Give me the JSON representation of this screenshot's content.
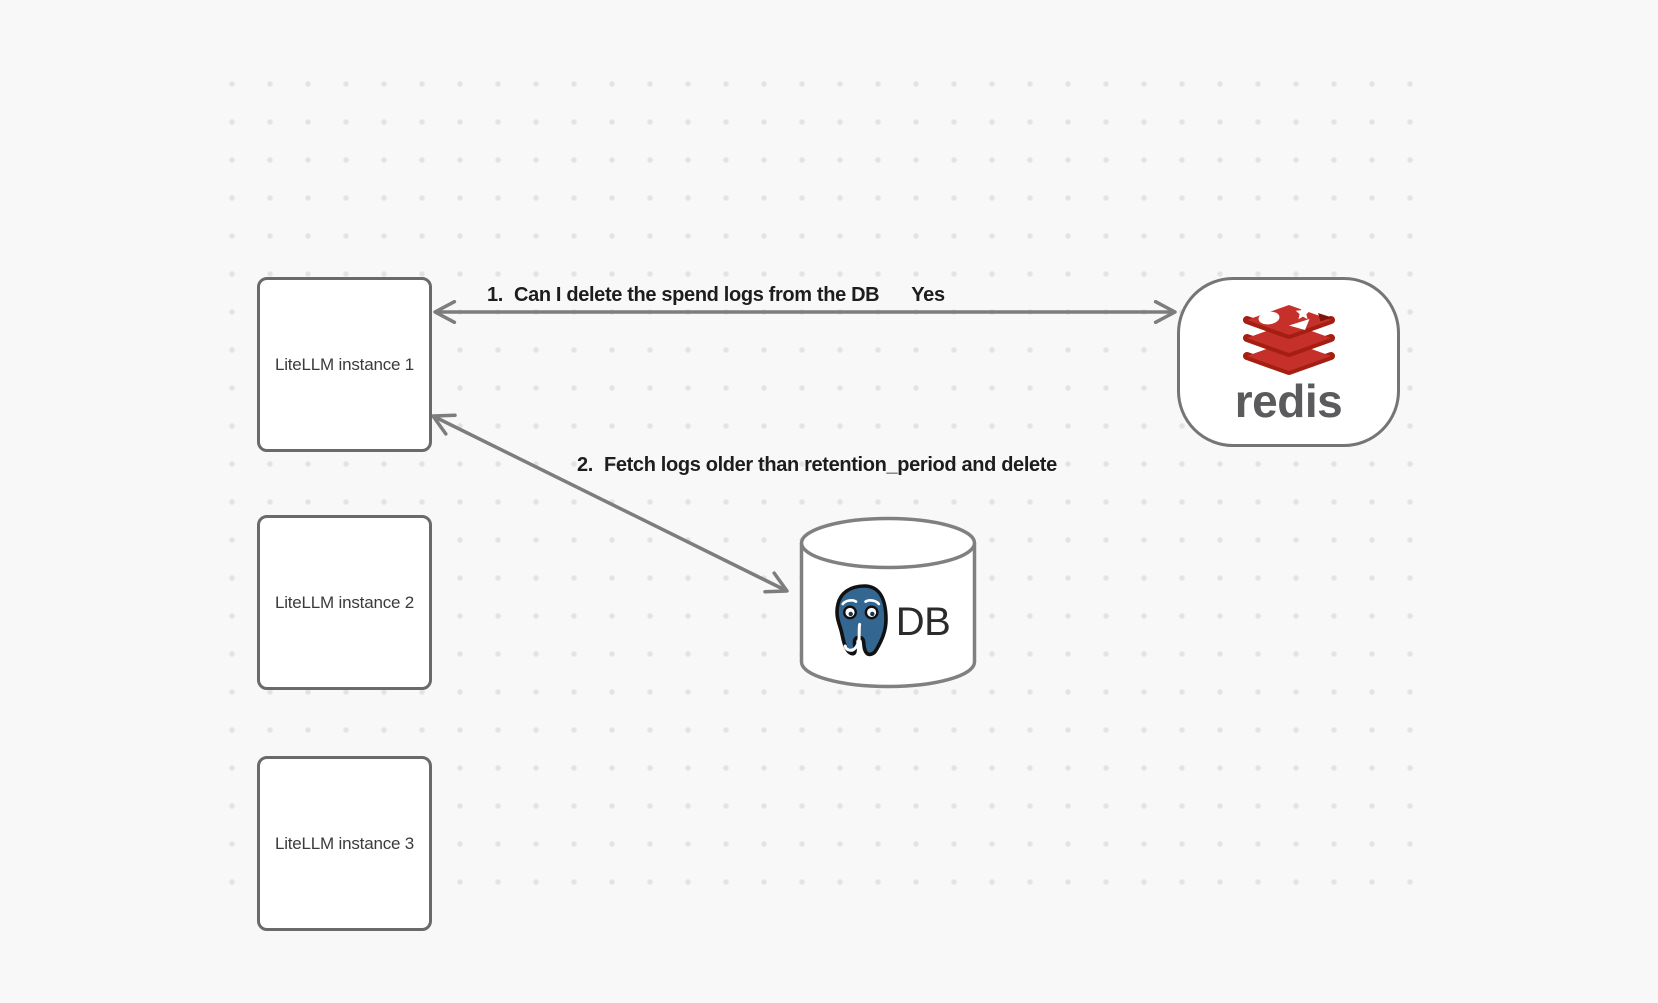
{
  "diagram": {
    "background_color": "#f8f8f8",
    "dot_color": "#e3e3e3",
    "instances": [
      {
        "label": "LiteLLM instance 1"
      },
      {
        "label": "LiteLLM instance 2"
      },
      {
        "label": "LiteLLM instance 3"
      }
    ],
    "redis_node": {
      "wordmark": "redis",
      "colors": {
        "red": "#c6302b",
        "dark_red": "#a41e11",
        "notch": "#7e150d",
        "wordmark_gray": "#5b5b5e"
      }
    },
    "db_node": {
      "label": "DB",
      "colors": {
        "blue": "#336791",
        "outline": "#111111"
      }
    },
    "edges": [
      {
        "number": "1.",
        "label": "Can I delete the spend logs from the DB",
        "response": "Yes",
        "from": "LiteLLM instance 1",
        "to": "redis",
        "style": "bidirectional-arrow"
      },
      {
        "number": "2.",
        "label": "Fetch logs older than retention_period and delete",
        "from": "LiteLLM instance 1",
        "to": "DB",
        "style": "bidirectional-arrow"
      }
    ]
  }
}
